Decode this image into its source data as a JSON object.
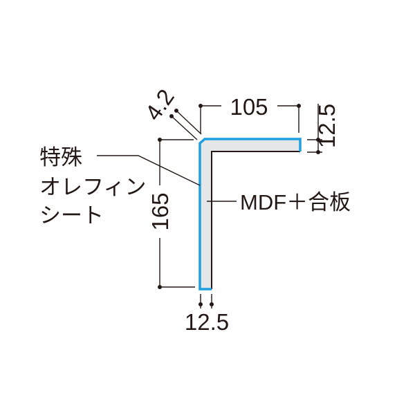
{
  "labels": {
    "material_left": [
      "特殊",
      "オレフィン",
      "シート"
    ],
    "material_right": "MDF＋合板"
  },
  "dimensions": {
    "chamfer": "4.2",
    "top_width": "105",
    "top_thickness": "12.5",
    "height": "165",
    "side_thickness": "12.5"
  },
  "colors": {
    "sheet": "#1ea0e0",
    "core": "#e5e6e7",
    "line": "#231815"
  }
}
